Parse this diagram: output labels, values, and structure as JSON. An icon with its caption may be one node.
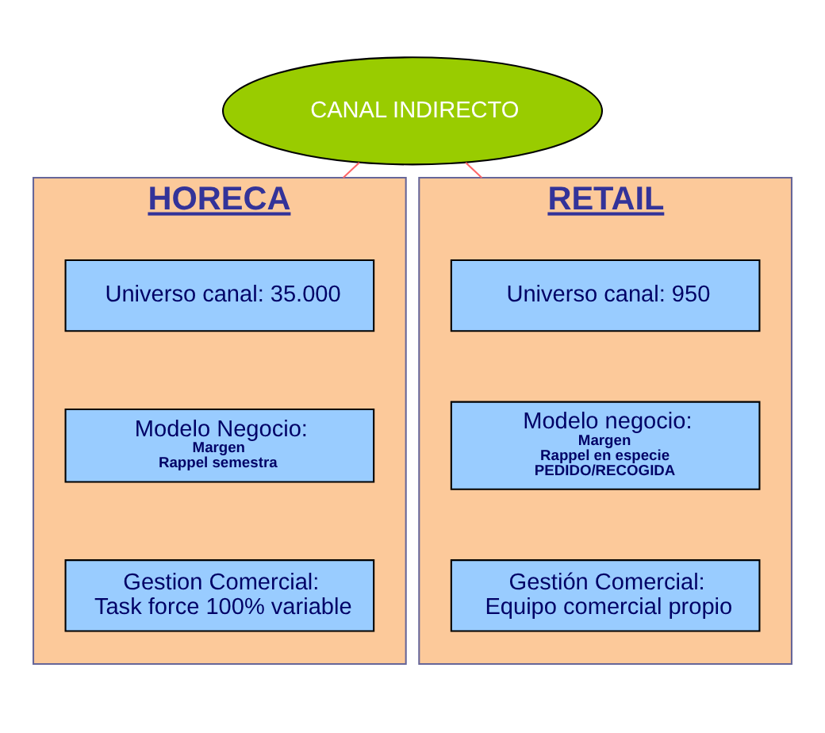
{
  "diagram": {
    "nodes": [
      {
        "text": [
          "CANAL INDIRECTO"
        ]
      },
      {
        "text": [
          "HORECA"
        ]
      },
      {
        "text": [
          "Universo canal: 35.000"
        ],
        "in": 1
      },
      {
        "text": [
          "Modelo Negocio:",
          "Margen",
          "Rappel semestra"
        ],
        "in": 1
      },
      {
        "text": [
          "Gestion Comercial:",
          "Task force 100% variable"
        ],
        "in": 1
      },
      {
        "text": [
          "RETAIL"
        ]
      },
      {
        "text": [
          "Universo canal: 950"
        ],
        "in": 5
      },
      {
        "text": [
          "Modelo negocio:",
          "Margen",
          "Rappel en especie",
          "PEDIDO/RECOGIDA"
        ],
        "in": 5
      },
      {
        "text": [
          "Gestión Comercial:",
          "Equipo comercial propio"
        ],
        "in": 5
      }
    ],
    "edges": [
      {
        "from": 0,
        "to": 1,
        "arrow": "none"
      },
      {
        "from": 0,
        "to": 5,
        "arrow": "none"
      }
    ]
  }
}
